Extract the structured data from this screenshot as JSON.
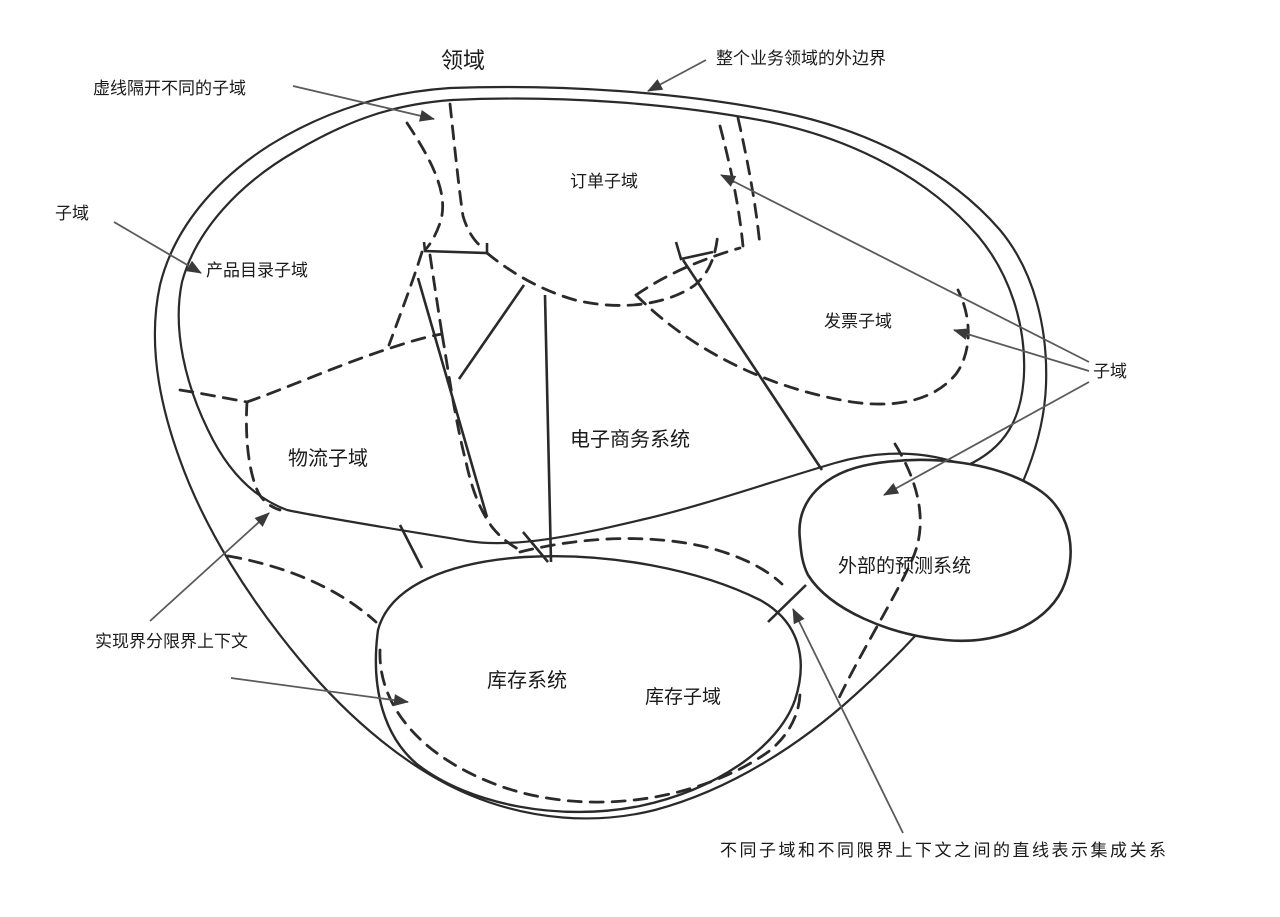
{
  "diagram": {
    "title": "领域",
    "annotations": {
      "outer_boundary": "整个业务领域的外边界",
      "dashed_separator": "虚线隔开不同的子域",
      "subdomain_left": "子域",
      "subdomain_right": "子域",
      "solid_boundary": "实现界分限界上下文",
      "integration": "不同子域和不同限界上下文之间的直线表示集成关系"
    },
    "regions": {
      "product_catalog": "产品目录子域",
      "order": "订单子域",
      "invoice": "发票子域",
      "logistics": "物流子域",
      "ecommerce": "电子商务系统",
      "external_forecasting": "外部的预测系统",
      "inventory_system": "库存系统",
      "inventory_subdomain": "库存子域"
    },
    "colors": {
      "ink": "#2a2a2a",
      "annotation_line": "#5a5a5a",
      "background": "#ffffff"
    }
  }
}
